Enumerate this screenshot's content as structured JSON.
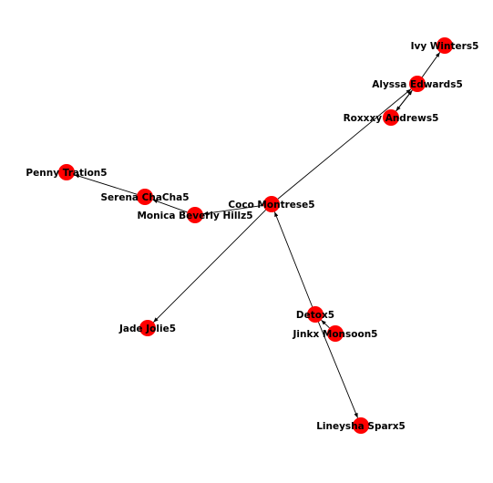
{
  "graph": {
    "node_color": "#ff0000",
    "edge_color": "#000000",
    "directed": true,
    "nodes": [
      {
        "id": "ivy",
        "label": "Ivy Winters5"
      },
      {
        "id": "alyssa",
        "label": "Alyssa Edwards5"
      },
      {
        "id": "roxxxy",
        "label": "Roxxxy Andrews5"
      },
      {
        "id": "penny",
        "label": "Penny Tration5"
      },
      {
        "id": "serena",
        "label": "Serena ChaCha5"
      },
      {
        "id": "coco",
        "label": "Coco Montrese5"
      },
      {
        "id": "monica",
        "label": "Monica Beverly Hillz5"
      },
      {
        "id": "jade",
        "label": "Jade Jolie5"
      },
      {
        "id": "detox",
        "label": "Detox5"
      },
      {
        "id": "jinkx",
        "label": "Jinkx Monsoon5"
      },
      {
        "id": "lineysha",
        "label": "Lineysha Sparx5"
      }
    ],
    "edges": [
      {
        "source": "alyssa",
        "target": "ivy"
      },
      {
        "source": "alyssa",
        "target": "roxxxy"
      },
      {
        "source": "roxxxy",
        "target": "alyssa"
      },
      {
        "source": "coco",
        "target": "alyssa"
      },
      {
        "source": "serena",
        "target": "penny"
      },
      {
        "source": "monica",
        "target": "serena"
      },
      {
        "source": "coco",
        "target": "monica"
      },
      {
        "source": "coco",
        "target": "jade"
      },
      {
        "source": "detox",
        "target": "coco"
      },
      {
        "source": "jinkx",
        "target": "detox"
      },
      {
        "source": "detox",
        "target": "lineysha"
      }
    ]
  }
}
